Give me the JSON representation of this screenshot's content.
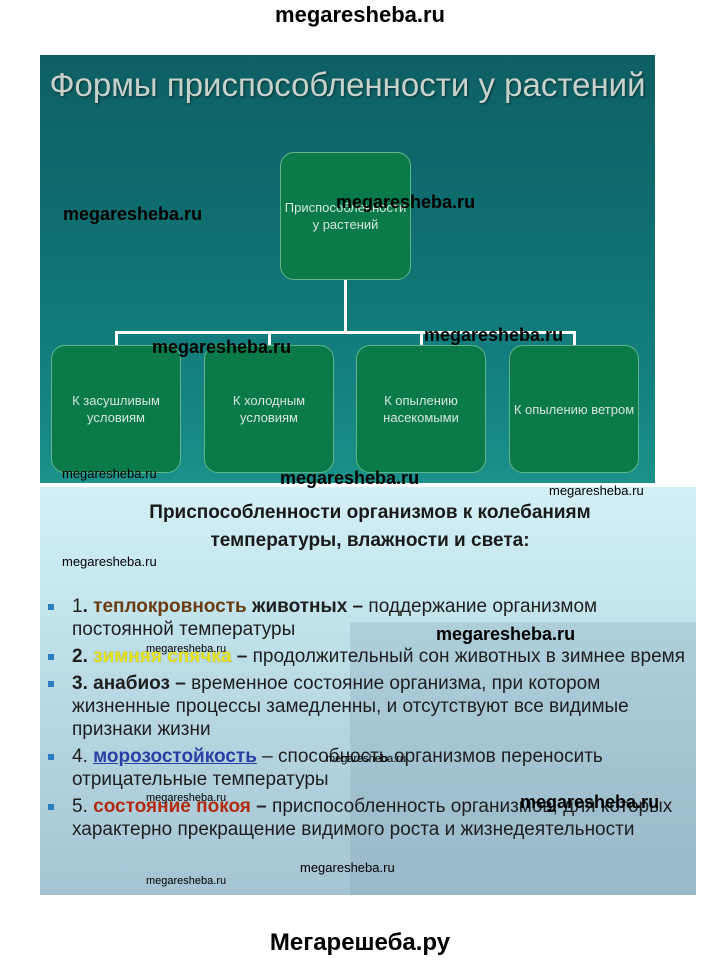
{
  "site": {
    "header": "megaresheba.ru",
    "footer": "Мегарешеба.ру"
  },
  "slide1": {
    "title": "Формы приспособленности у растений",
    "root": "Приспособленности у растений",
    "leaves": [
      "К засушливым условиям",
      "К холодным условиям",
      "К опылению насекомыми",
      "К опылению ветром"
    ]
  },
  "slide2": {
    "heading": "Приспособленности организмов к колебаниям температуры, влажности и света:",
    "items": [
      {
        "num": "1",
        "term_a": "теплокровность",
        "term_b": "животных",
        "dash": " –",
        "def": " поддержание организмом постоянной температуры"
      },
      {
        "num": "2. ",
        "term": "зимняя спячка",
        "dash": " –",
        "def": " продолжительный сон животных в зимнее время"
      },
      {
        "num": "3. ",
        "term": "анабиоз",
        "dash": " –",
        "def": " временное состояние организма, при котором жизненные процессы замедленны, и отсутствуют все видимые признаки жизни"
      },
      {
        "num": "4. ",
        "term": "морозостойкость",
        "dash": " –",
        "def": " способность организмов переносить отрицательные температуры"
      },
      {
        "num": "5. ",
        "term": "состояние покоя",
        "dash": " –",
        "def": " приспособленность организмов, для которых характерно прекращение видимого роста и жизнедеятельности"
      }
    ]
  },
  "watermark": "megaresheba.ru"
}
